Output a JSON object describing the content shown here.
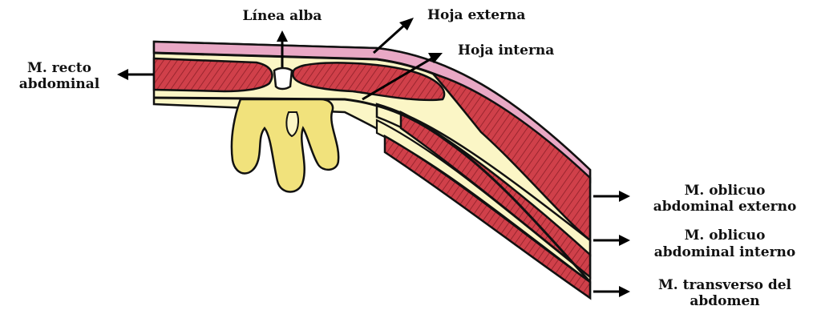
{
  "colors": {
    "skin": "#e9a8c5",
    "muscle": "#d0404a",
    "muscle_stripe": "#8e1f28",
    "fascia": "#fbf6c6",
    "fat": "#f1e27c",
    "outline": "#111111"
  },
  "labels": {
    "linea_alba": "Línea alba",
    "hoja_externa": "Hoja externa",
    "hoja_interna": "Hoja interna",
    "recto_line1": "M. recto",
    "recto_line2": "abdominal",
    "obl_ext_line1": "M. oblicuo",
    "obl_ext_line2": "abdominal externo",
    "obl_int_line1": "M. oblicuo",
    "obl_int_line2": "abdominal interno",
    "transv_line1": "M. transverso del",
    "transv_line2": "abdomen"
  }
}
